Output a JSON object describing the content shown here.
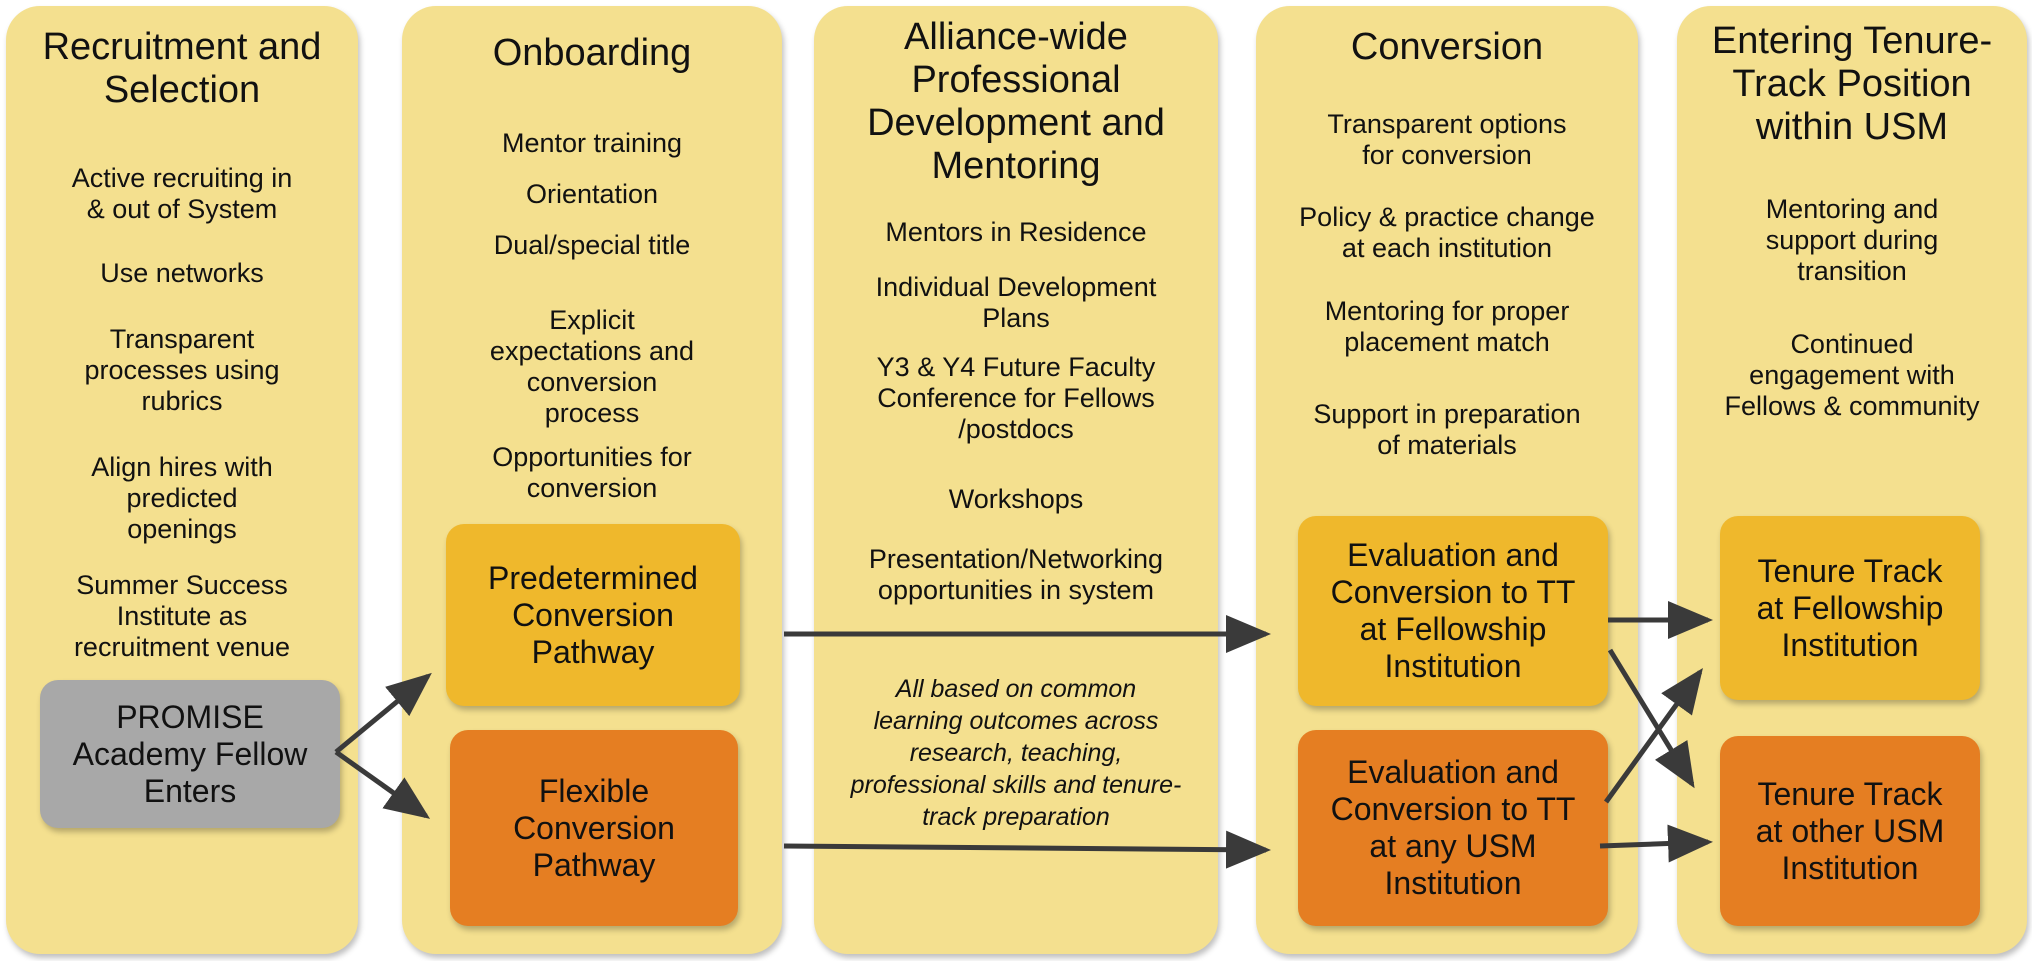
{
  "colors": {
    "column_bg": "#f4e08f",
    "predetermined": "#efb82c",
    "flexible": "#e57e22",
    "entry": "#a8a8a8",
    "arrow": "#3a3a3a"
  },
  "columns": [
    {
      "title": "Recruitment and\nSelection",
      "items": [
        "Active recruiting in\n& out of System",
        "Use networks",
        "Transparent\nprocesses using\nrubrics",
        "Align hires with\npredicted\nopenings",
        "Summer Success\nInstitute as\nrecruitment venue"
      ]
    },
    {
      "title": "Onboarding",
      "items": [
        "Mentor training",
        "Orientation",
        "Dual/special title",
        "Explicit\nexpectations and\nconversion\nprocess",
        "Opportunities for\nconversion"
      ]
    },
    {
      "title": "Alliance-wide\nProfessional\nDevelopment and\nMentoring",
      "items": [
        "Mentors in Residence",
        "Individual Development\nPlans",
        "Y3 & Y4 Future Faculty\nConference for Fellows\n/postdocs",
        "Workshops",
        "Presentation/Networking\nopportunities in system"
      ],
      "note": "All based on common\nlearning outcomes across\nresearch, teaching,\nprofessional skills and tenure-\ntrack preparation"
    },
    {
      "title": "Conversion",
      "items": [
        "Transparent options\nfor conversion",
        "Policy & practice change\nat each institution",
        "Mentoring for proper\nplacement match",
        "Support in preparation\nof materials"
      ]
    },
    {
      "title": "Entering Tenure-\nTrack Position\nwithin USM",
      "items": [
        "Mentoring and\nsupport during\ntransition",
        "Continued\nengagement with\nFellows & community"
      ]
    }
  ],
  "boxes": {
    "entry": "PROMISE\nAcademy Fellow\nEnters",
    "predetermined": "Predetermined\nConversion\nPathway",
    "flexible": "Flexible\nConversion\nPathway",
    "eval_fellowship": "Evaluation and\nConversion to TT\nat Fellowship\nInstitution",
    "eval_usm": "Evaluation and\nConversion to TT\nat any USM\nInstitution",
    "tt_fellowship": "Tenure Track\nat Fellowship\nInstitution",
    "tt_other": "Tenure Track\nat other USM\nInstitution"
  }
}
